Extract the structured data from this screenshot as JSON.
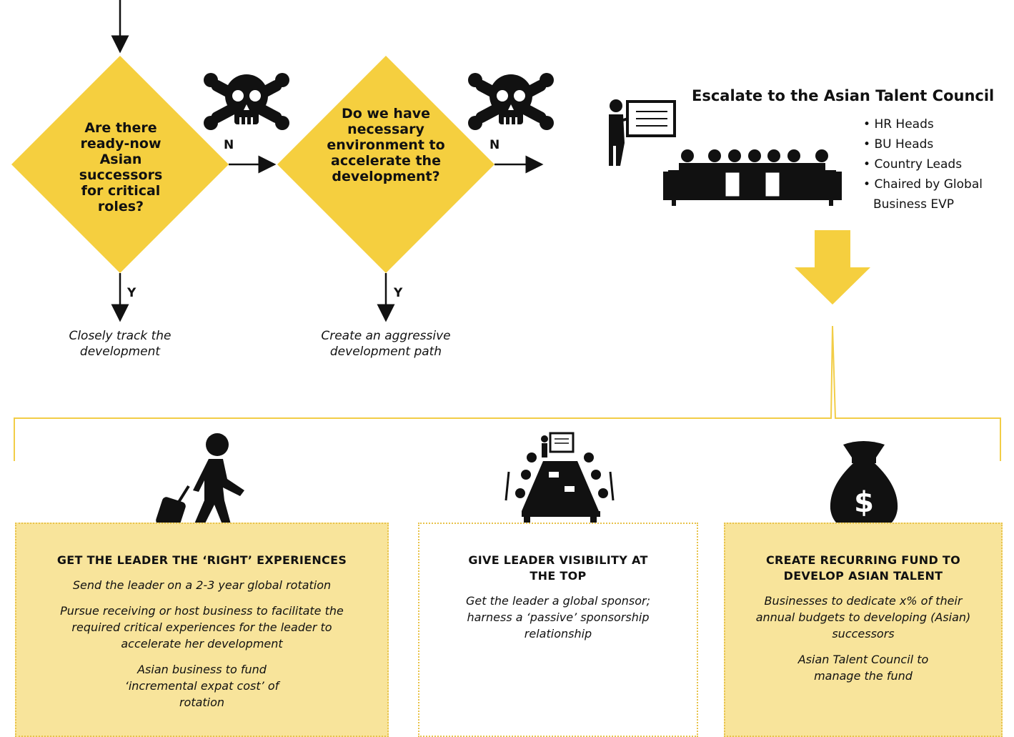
{
  "decision1": {
    "question": "Are there ready-now Asian successors for critical roles?",
    "no_label": "N",
    "yes_label": "Y",
    "yes_outcome": "Closely track the development"
  },
  "decision2": {
    "question": "Do we have necessary environment to accelerate the development?",
    "no_label": "N",
    "yes_label": "Y",
    "yes_outcome": "Create an aggressive development path"
  },
  "council": {
    "title": "Escalate to the Asian Talent Council",
    "members": [
      "HR Heads",
      "BU Heads",
      "Country Leads",
      "Chaired by Global"
    ],
    "members_cont": "Business EVP"
  },
  "actions": [
    {
      "title": "GET THE LEADER THE ‘RIGHT’ EXPERIENCES",
      "points": [
        "Send the leader on a 2-3 year global rotation",
        "Pursue receiving or host business to facilitate the required critical experiences for the leader to accelerate her development",
        "Asian business to fund ‘incremental expat cost’ of rotation"
      ]
    },
    {
      "title": "GIVE LEADER VISIBILITY AT THE TOP",
      "points": [
        "Get the leader a global sponsor; harness a ‘passive’ sponsorship relationship"
      ]
    },
    {
      "title": "CREATE RECURRING FUND TO DEVELOP ASIAN TALENT",
      "points": [
        "Businesses to dedicate x% of their annual budgets to developing (Asian) successors",
        "Asian Talent Council to manage the fund"
      ]
    }
  ],
  "icons": {
    "danger1": "skull-crossbones-icon",
    "danger2": "skull-crossbones-icon",
    "council": "presenter-meeting-icon",
    "action1": "traveler-luggage-icon",
    "action2": "boardroom-meeting-icon",
    "action3": "money-bag-icon"
  },
  "colors": {
    "accent": "#f5cf3f",
    "box_fill": "#f8e49b",
    "bracket": "#f2cd47",
    "ink": "#111111"
  }
}
